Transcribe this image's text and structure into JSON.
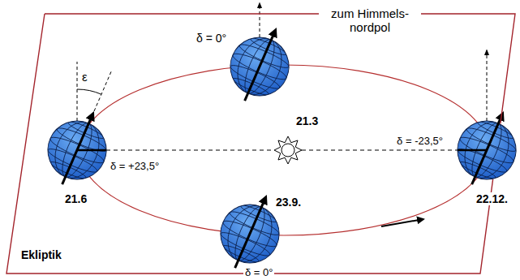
{
  "diagram": {
    "nodes": [
      {
        "text": [
          "Ekliptik"
        ]
      }
    ],
    "labels": [
      "zum Himmels- nordpol",
      "δ = 0°",
      "ε",
      "δ = +23,5°",
      "21.6",
      "21.3",
      "δ = -23,5°",
      "22.12.",
      "23.9.",
      "δ = 0°"
    ]
  }
}
